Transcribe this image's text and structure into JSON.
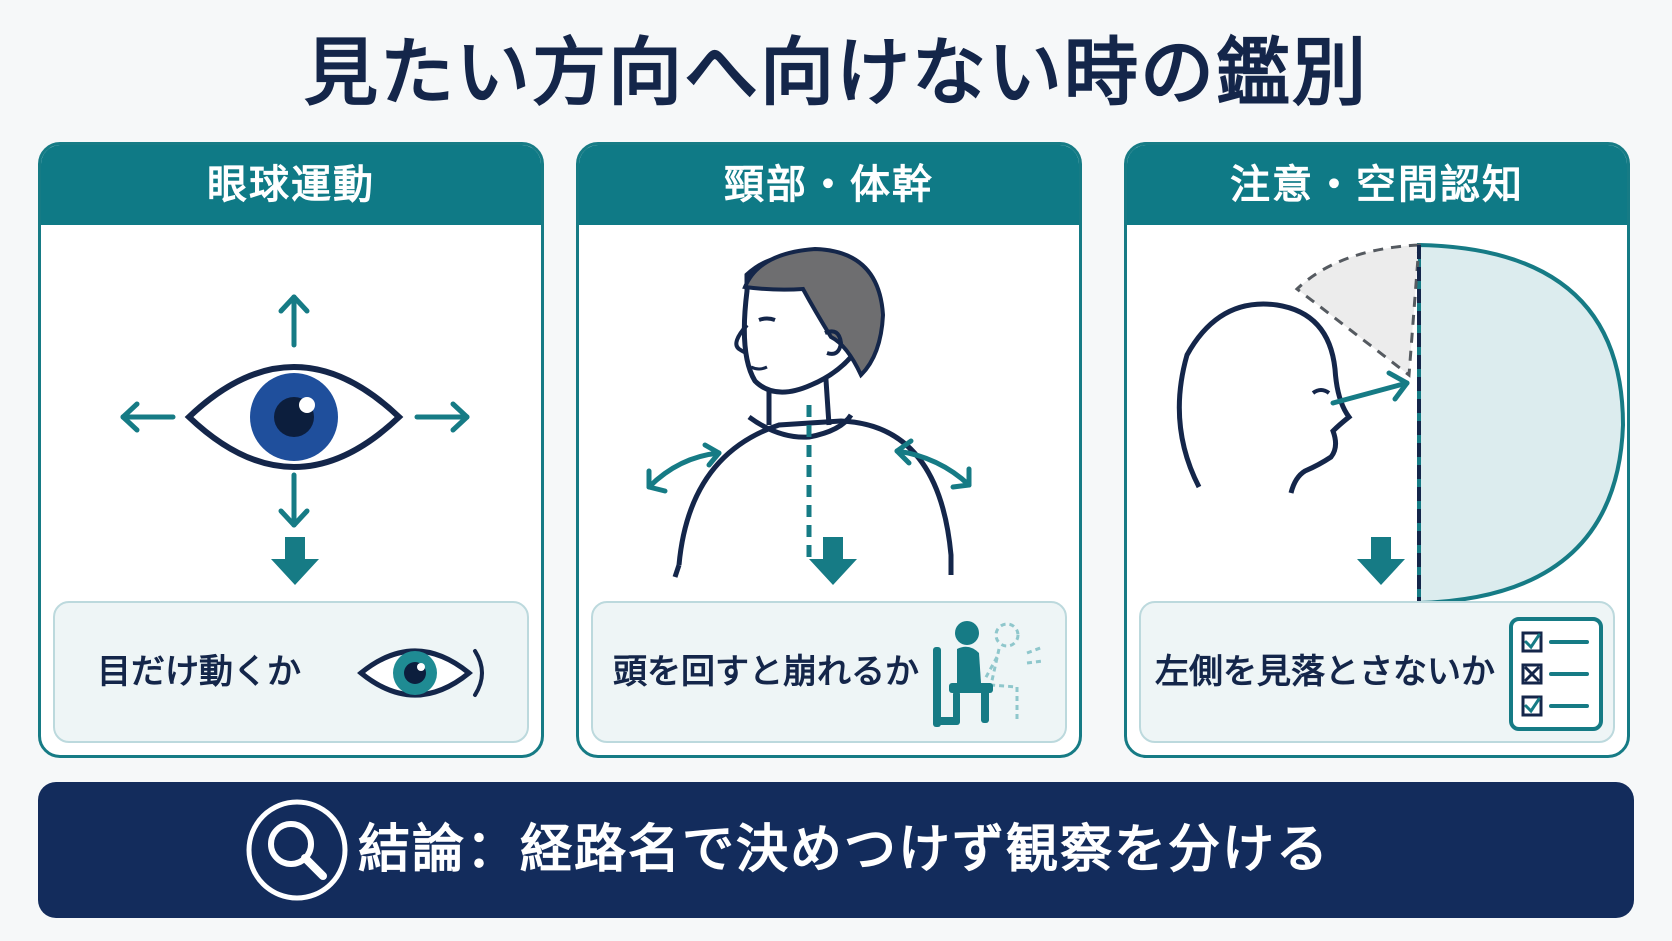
{
  "title": "見たい方向へ向けない時の鑑別",
  "panels": [
    {
      "header": "眼球運動",
      "check": "目だけ動くか",
      "icon": "eye-movement-icon"
    },
    {
      "header": "頸部・体幹",
      "check": "頭を回すと崩れるか",
      "icon": "seated-posture-icon"
    },
    {
      "header": "注意・空間認知",
      "check": "左側を見落とさないか",
      "icon": "checklist-icon"
    }
  ],
  "conclusion": {
    "text": "結論：経路名で決めつけず観察を分ける",
    "icon": "magnifier-icon"
  },
  "colors": {
    "teal": "#0f7a86",
    "navy": "#132c5c",
    "title": "#14264a",
    "eye_blue": "#1f4f9c"
  }
}
